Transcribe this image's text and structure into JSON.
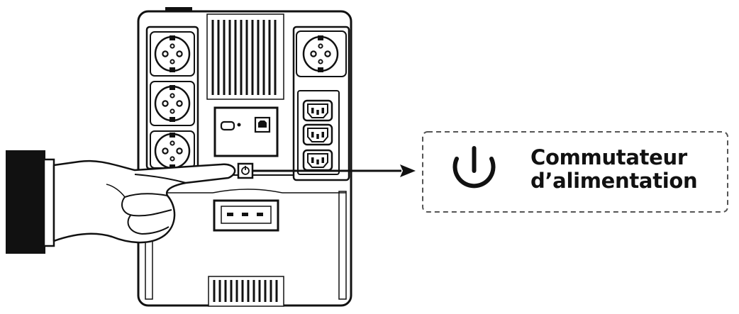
{
  "callout": {
    "label_line1": "Commutateur",
    "label_line2": "d’alimentation",
    "icon": "power-icon"
  },
  "device": {
    "icon": "ups-rear-panel",
    "left_outlets": [
      "schuko-outlet-icon",
      "schuko-outlet-icon",
      "schuko-outlet-icon"
    ],
    "right_outlets": [
      "schuko-outlet-icon"
    ],
    "iec_outlets": [
      "iec-c13-outlet-icon",
      "iec-c13-outlet-icon",
      "iec-c13-outlet-icon"
    ],
    "ports": [
      "usb-c-port-icon",
      "usb-b-port-icon"
    ]
  },
  "colors": {
    "line": "#111111",
    "background": "#ffffff",
    "dashed_border": "#555555"
  }
}
